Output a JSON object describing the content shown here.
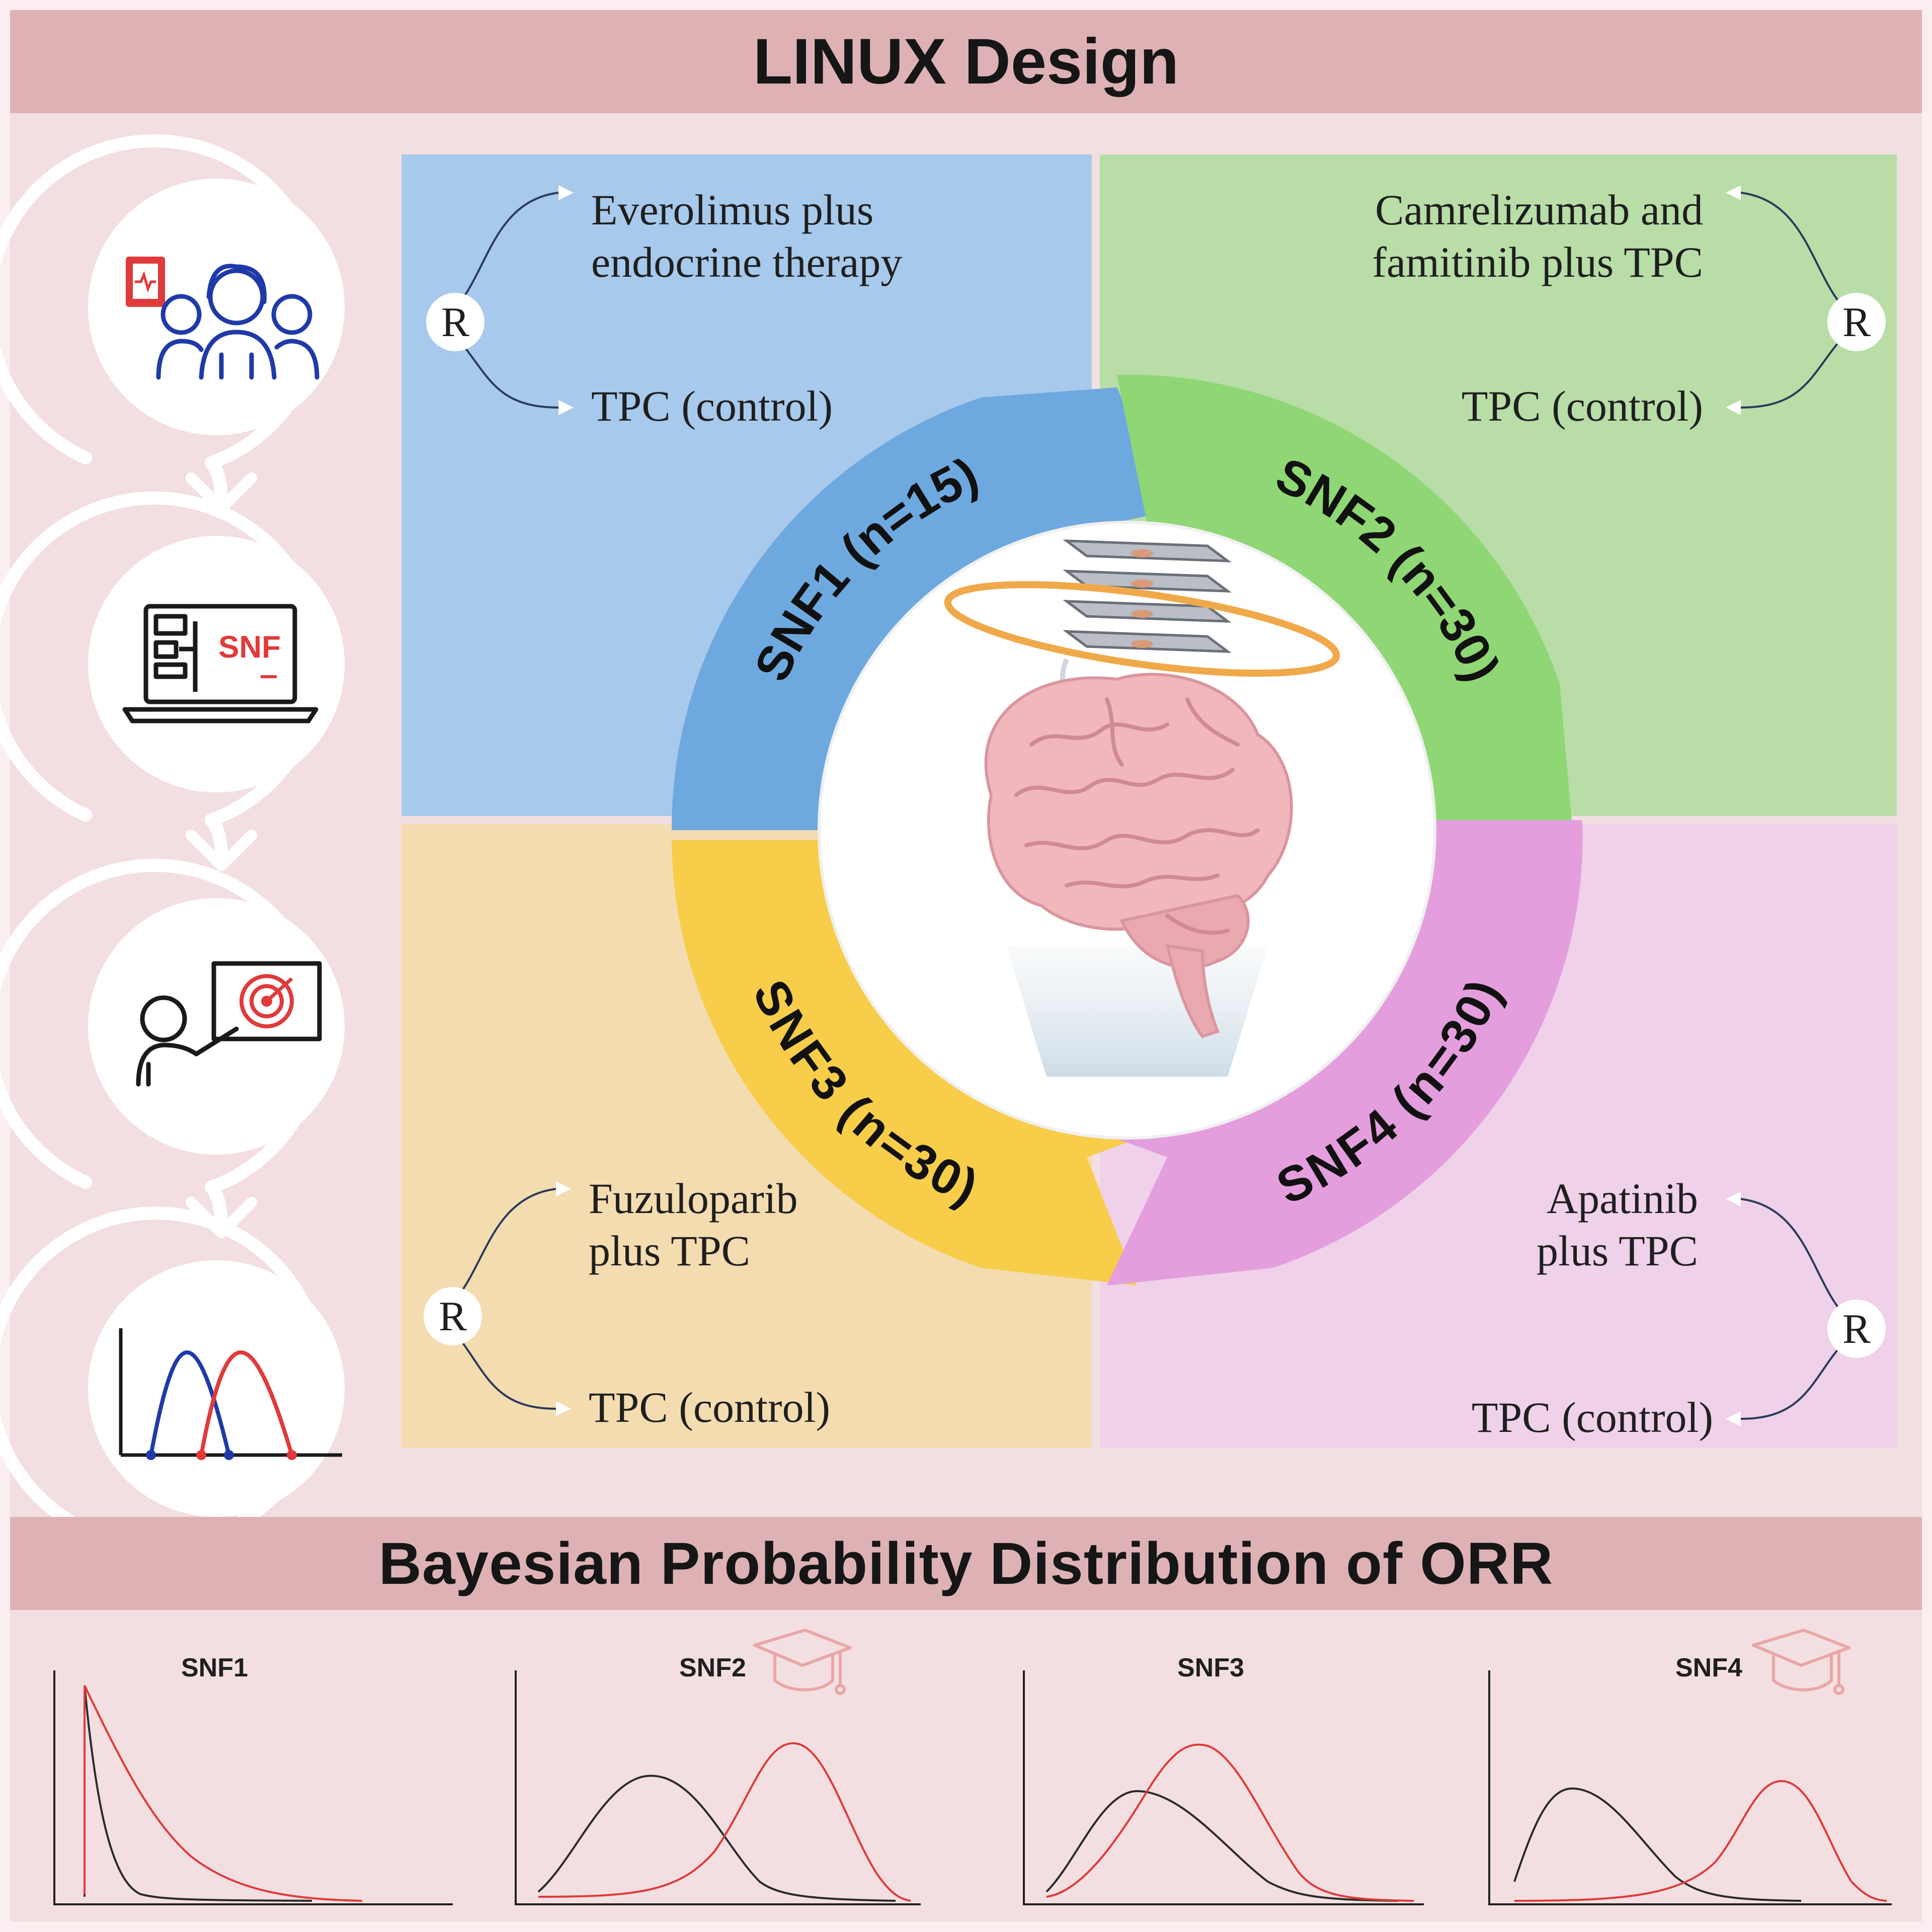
{
  "header": {
    "title": "LINUX Design"
  },
  "footer": {
    "title": "Bayesian Probability Distribution of ORR"
  },
  "workflow_icons": [
    "patients-record-icon",
    "laptop-snf-icon",
    "presentation-target-icon",
    "distribution-curves-icon"
  ],
  "laptop_label": "SNF",
  "randomization_label": "R",
  "subtypes": [
    {
      "label": "SNF1 (n=15)",
      "color": "#6da9df",
      "experimental": "Everolimus plus\nendocrine therapy",
      "control": "TPC (control)"
    },
    {
      "label": "SNF2 (n=30)",
      "color": "#8fd675",
      "experimental": "Camrelizumab and\nfamitinib plus TPC",
      "control": "TPC (control)"
    },
    {
      "label": "SNF3 (n=30)",
      "color": "#f7cd4a",
      "experimental": "Fuzuloparib\nplus  TPC",
      "control": "TPC (control)"
    },
    {
      "label": "SNF4 (n=30)",
      "color": "#e49ede",
      "experimental": "Apatinib\nplus TPC",
      "control": "TPC (control)"
    }
  ],
  "distributions": [
    {
      "title": "SNF1",
      "graduation_icon": false
    },
    {
      "title": "SNF2",
      "graduation_icon": true
    },
    {
      "title": "SNF3",
      "graduation_icon": false
    },
    {
      "title": "SNF4",
      "graduation_icon": true
    }
  ],
  "colors": {
    "band": "#deb2b5",
    "background": "#f3dfe1",
    "control_curve": "#2a2a2a",
    "treatment_curve": "#e03a3a",
    "icon_red": "#e03a3a",
    "icon_blue": "#1f3aa8"
  }
}
